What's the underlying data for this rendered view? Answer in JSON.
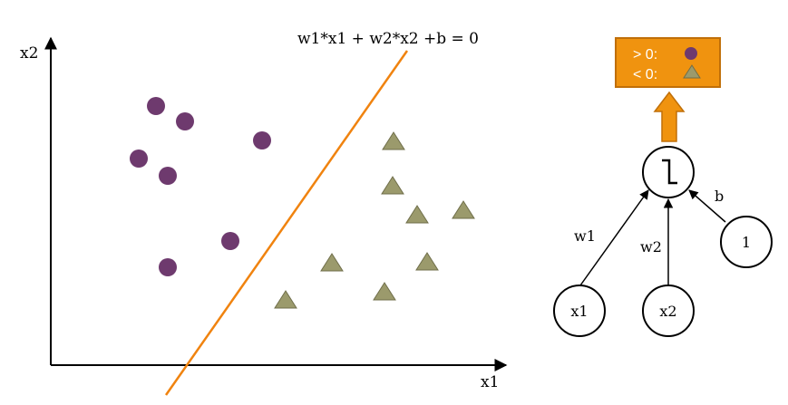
{
  "scatter": {
    "x_axis_label": "x1",
    "y_axis_label": "x2",
    "boundary_label": "w1*x1 + w2*x2 +b = 0",
    "circle_color": "#6e3a6e",
    "triangle_color": "#9b9a6c",
    "boundary_color": "#f0830f"
  },
  "legend": {
    "positive_label": "> 0:",
    "negative_label": "< 0:",
    "positive_symbol": "circle",
    "negative_symbol": "triangle",
    "background_color": "#f0930f"
  },
  "perceptron": {
    "output_node_icon": "step-function-icon",
    "input_nodes": [
      {
        "label": "x1",
        "weight_label": "w1"
      },
      {
        "label": "x2",
        "weight_label": "w2"
      },
      {
        "label": "1",
        "weight_label": "b"
      }
    ]
  }
}
